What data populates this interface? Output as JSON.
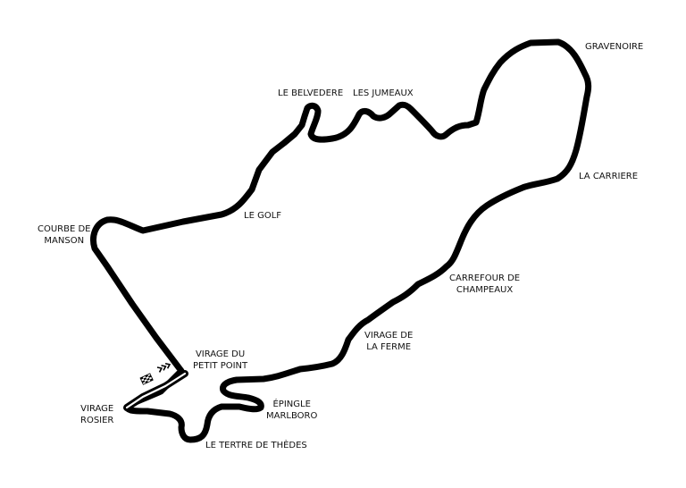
{
  "track": {
    "color": "#000000",
    "pit_lane_color": "#ffffff"
  },
  "icons": {
    "start_finish": "checkered-flag-icon",
    "direction": "chevron-arrows-icon"
  },
  "corners": [
    {
      "id": "gravenoire",
      "label": "GRAVENOIRE"
    },
    {
      "id": "le-belvedere",
      "label": "LE BELVEDERE"
    },
    {
      "id": "les-jumeaux",
      "label": "LES JUMEAUX"
    },
    {
      "id": "la-carriere",
      "label": "LA CARRIERE"
    },
    {
      "id": "le-golf",
      "label": "LE GOLF"
    },
    {
      "id": "courbe-de-manson",
      "label": "COURBE DE\nMANSON"
    },
    {
      "id": "carrefour-de-champeaux",
      "label": "CARREFOUR DE\nCHAMPEAUX"
    },
    {
      "id": "virage-de-la-ferme",
      "label": "VIRAGE DE\nLA FERME"
    },
    {
      "id": "virage-du-petit-point",
      "label": "VIRAGE DU\nPETIT POINT"
    },
    {
      "id": "epingle-marlboro",
      "label": "ÉPINGLE\nMARLBORO"
    },
    {
      "id": "virage-rosier",
      "label": "VIRAGE\nROSIER"
    },
    {
      "id": "le-tertre-de-thedes",
      "label": "LE TERTRE DE THÈDES"
    }
  ]
}
